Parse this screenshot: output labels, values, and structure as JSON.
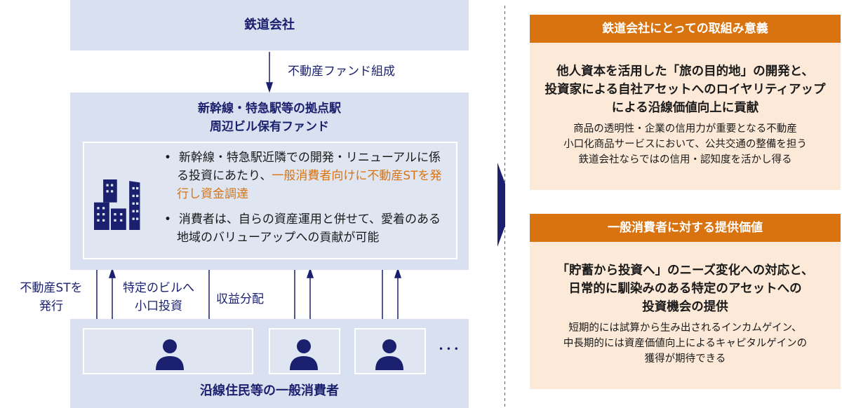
{
  "railway_company": "鉄道会社",
  "fund_formation": "不動産ファンド組成",
  "fund": {
    "title_line1": "新幹線・特急駅等の拠点駅",
    "title_line2": "周辺ビル保有ファンド",
    "bullet1_a": "新幹線・特急駅近隣での開発・リニューアルに係る投資にあたり、",
    "bullet1_b": "一般消費者向けに不動産STを発行し資金調達",
    "bullet2": "消費者は、自らの資産運用と併せて、愛着のある地域のバリューアップへの貢献が可能",
    "bullet_char": "•"
  },
  "flows": {
    "issue_line1": "不動産STを",
    "issue_line2": "発行",
    "invest_line1": "特定のビルへ",
    "invest_line2": "小口投資",
    "dividend": "収益分配"
  },
  "consumers": {
    "label": "沿線住民等の一般消費者",
    "ellipsis": "• • •"
  },
  "card1": {
    "header": "鉄道会社にとっての取組み意義",
    "main": [
      "他人資本を活用した「旅の目的地」の開発と、",
      "投資家による自社アセットへのロイヤリティアップ",
      "による沿線価値向上に貢献"
    ],
    "sub": [
      "商品の透明性・企業の信用力が重要となる不動産",
      "小口化商品サービスにおいて、公共交通の整備を担う",
      "鉄道会社ならではの信用・認知度を活かし得る"
    ]
  },
  "card2": {
    "header": "一般消費者に対する提供価値",
    "main": [
      "「貯蓄から投資へ」のニーズ変化への対応と、",
      "日常的に馴染みのある特定のアセットへの",
      "投資機会の提供"
    ],
    "sub": [
      "短期的には試算から生み出されるインカムゲイン、",
      "中長期的には資産価値向上によるキャピタルゲインの",
      "獲得が期待できる"
    ]
  },
  "colors": {
    "navy": "#1a1f6e",
    "orange": "#d9730f",
    "panel": "#d9e1f0",
    "card_bg": "#fce9d8"
  }
}
